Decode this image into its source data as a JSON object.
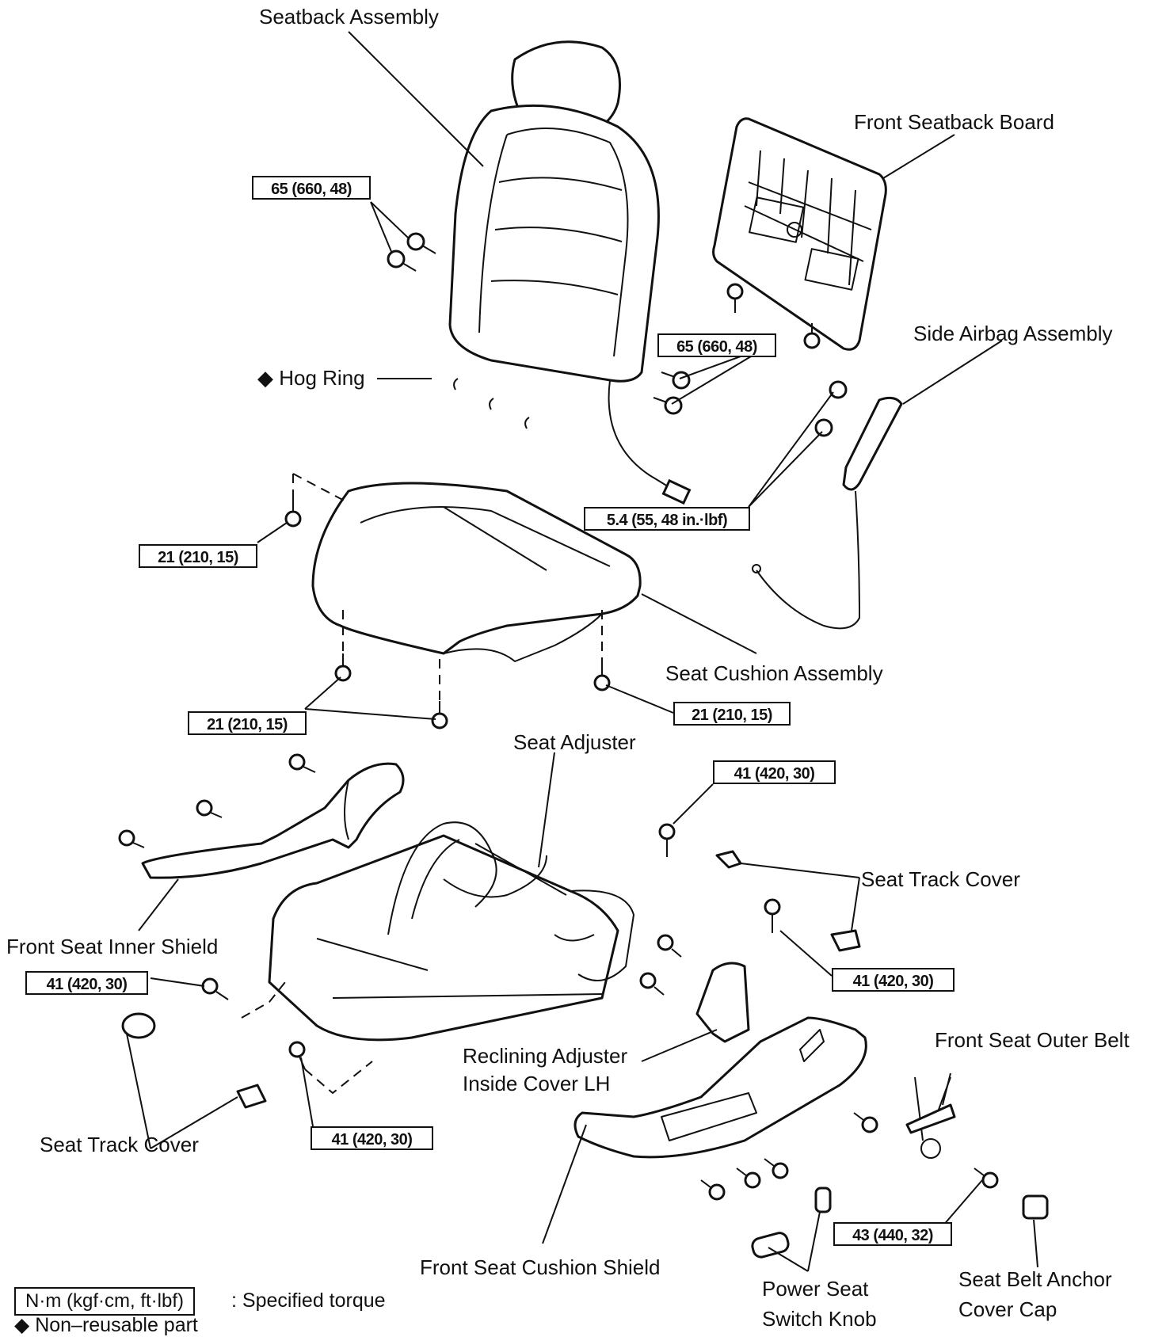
{
  "labels": {
    "seatback_assembly": "Seatback Assembly",
    "front_seatback_board": "Front Seatback Board",
    "side_airbag_assembly": "Side Airbag Assembly",
    "hog_ring": "Hog Ring",
    "seat_cushion_assembly": "Seat Cushion Assembly",
    "seat_adjuster": "Seat Adjuster",
    "seat_track_cover_right": "Seat Track Cover",
    "front_seat_inner_shield": "Front Seat Inner Shield",
    "reclining_adjuster_line1": "Reclining Adjuster",
    "reclining_adjuster_line2": "Inside Cover LH",
    "front_seat_outer_belt": "Front Seat Outer Belt",
    "seat_track_cover_left": "Seat Track Cover",
    "front_seat_cushion_shield": "Front Seat Cushion Shield",
    "power_seat_line1": "Power Seat",
    "power_seat_line2": "Switch Knob",
    "seat_belt_anchor_line1": "Seat Belt Anchor",
    "seat_belt_anchor_line2": "Cover Cap"
  },
  "torques": {
    "t65_top": "65 (660, 48)",
    "t65_mid": "65 (660, 48)",
    "t54": "5.4 (55, 48 in.·lbf)",
    "t21_left": "21 (210, 15)",
    "t21_bottom": "21 (210, 15)",
    "t21_right": "21 (210, 15)",
    "t41_top_right": "41 (420, 30)",
    "t41_mid_right": "41 (420, 30)",
    "t41_left": "41 (420, 30)",
    "t41_bottom": "41 (420, 30)",
    "t43": "43 (440, 32)"
  },
  "legend": {
    "torque_units": "N·m (kgf·cm, ft·lbf)",
    "torque_desc": ": Specified torque",
    "non_reusable_symbol": "◆",
    "hog_ring_symbol": "◆",
    "non_reusable_desc": "Non–reusable part"
  }
}
